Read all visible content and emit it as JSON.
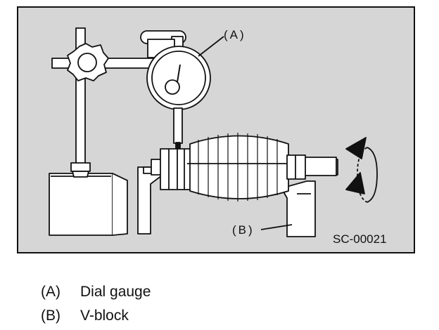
{
  "figure": {
    "callout_a": "(A)",
    "callout_b": "(B)",
    "figure_id": "SC-00021"
  },
  "legend": [
    {
      "key": "(A)",
      "label": "Dial gauge"
    },
    {
      "key": "(B)",
      "label": "V-block"
    }
  ],
  "colors": {
    "background": "#d6d6d6",
    "line": "#111111",
    "part_fill": "#ffffff"
  }
}
